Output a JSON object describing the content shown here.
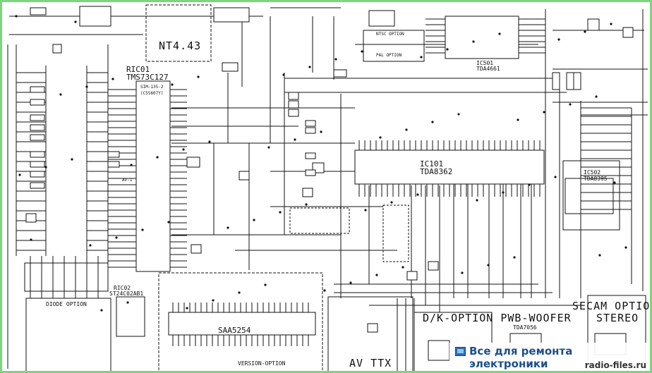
{
  "components": {
    "ric01_ref": "RIC01",
    "ric01_part": "TMS73C127",
    "ric01_inner_1": "SIM-135-2",
    "ric01_inner_2": "(C55607Y)",
    "nt443": "NT4.43",
    "ic101_ref": "IC101",
    "ic101_part": "TDA8362",
    "ic501_ref": "IC501",
    "ic501_part": "TDA4661",
    "ic502_ref": "IC502",
    "ic502_part": "TDA8395",
    "ric02_ref": "RIC02",
    "ric02_part": "ST24C02AB1",
    "saa": "SAA5254",
    "tda7056": "TDA7056"
  },
  "options": {
    "secam": "SECAM OPTION",
    "dk_woofer": "D/K-OPTION PWB-WOOFER",
    "stereo": "STEREO",
    "diode": "DIODE OPTION",
    "version": "VERSION-OPTION",
    "ntsc": "NTSC OPTION",
    "pal": "PAL OPTION",
    "av_ttx": "AV TTX",
    "av1": "AV-1"
  },
  "watermark": {
    "title": "Все для ремонта электроники",
    "url": "radio-files.ru"
  },
  "colors": {
    "background": "#ffffff",
    "ink": "#111111",
    "frame": "#7cd67c",
    "watermark_text": "#1d4f8a"
  }
}
